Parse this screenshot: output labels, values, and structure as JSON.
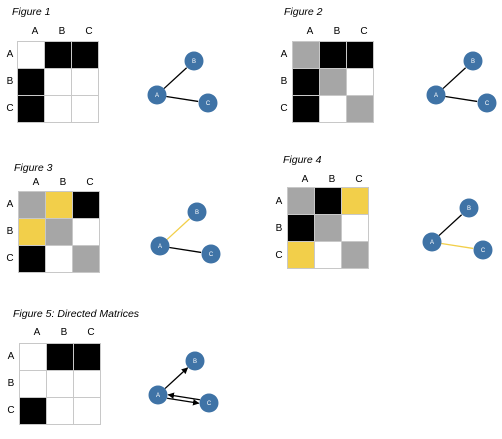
{
  "labels": {
    "cols": [
      "A",
      "B",
      "C"
    ],
    "rows": [
      "A",
      "B",
      "C"
    ]
  },
  "colors": {
    "black": "#000000",
    "white": "#ffffff",
    "gray": "#a6a6a6",
    "yellow": "#f2cf4a",
    "node": "#3f73a6",
    "edge": "#000000",
    "edge_highlight": "#f2cf4a"
  },
  "figures": [
    {
      "title": "Figure 1",
      "matrix": [
        [
          "white",
          "black",
          "black"
        ],
        [
          "black",
          "white",
          "white"
        ],
        [
          "black",
          "white",
          "white"
        ]
      ],
      "graph": {
        "nodes": [
          "A",
          "B",
          "C"
        ],
        "edges": [
          {
            "from": "A",
            "to": "B",
            "style": "plain"
          },
          {
            "from": "A",
            "to": "C",
            "style": "plain"
          }
        ]
      }
    },
    {
      "title": "Figure 2",
      "matrix": [
        [
          "gray",
          "black",
          "black"
        ],
        [
          "black",
          "gray",
          "white"
        ],
        [
          "black",
          "white",
          "gray"
        ]
      ],
      "graph": {
        "nodes": [
          "A",
          "B",
          "C"
        ],
        "edges": [
          {
            "from": "A",
            "to": "B",
            "style": "plain"
          },
          {
            "from": "A",
            "to": "C",
            "style": "plain"
          }
        ]
      }
    },
    {
      "title": "Figure 3",
      "matrix": [
        [
          "gray",
          "yellow",
          "black"
        ],
        [
          "yellow",
          "gray",
          "white"
        ],
        [
          "black",
          "white",
          "gray"
        ]
      ],
      "graph": {
        "nodes": [
          "A",
          "B",
          "C"
        ],
        "edges": [
          {
            "from": "A",
            "to": "B",
            "style": "highlight"
          },
          {
            "from": "A",
            "to": "C",
            "style": "plain"
          }
        ]
      }
    },
    {
      "title": "Figure 4",
      "matrix": [
        [
          "gray",
          "black",
          "yellow"
        ],
        [
          "black",
          "gray",
          "white"
        ],
        [
          "yellow",
          "white",
          "gray"
        ]
      ],
      "graph": {
        "nodes": [
          "A",
          "B",
          "C"
        ],
        "edges": [
          {
            "from": "A",
            "to": "B",
            "style": "plain"
          },
          {
            "from": "A",
            "to": "C",
            "style": "highlight"
          }
        ]
      }
    },
    {
      "title": "Figure 5: Directed Matrices",
      "matrix": [
        [
          "white",
          "black",
          "black"
        ],
        [
          "white",
          "white",
          "white"
        ],
        [
          "black",
          "white",
          "white"
        ]
      ],
      "graph": {
        "nodes": [
          "A",
          "B",
          "C"
        ],
        "edges": [
          {
            "from": "A",
            "to": "B",
            "style": "arrow"
          },
          {
            "from": "A",
            "to": "C",
            "style": "arrow"
          },
          {
            "from": "C",
            "to": "A",
            "style": "arrow"
          }
        ]
      }
    }
  ]
}
